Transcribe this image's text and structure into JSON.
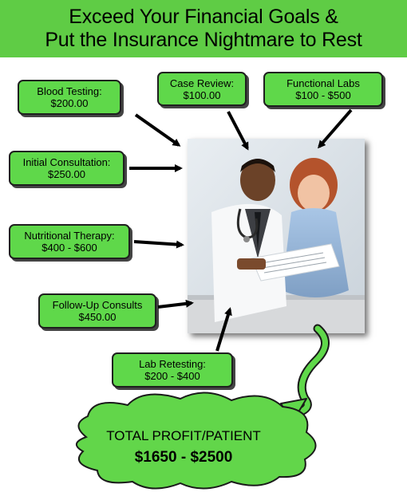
{
  "header": {
    "line1": "Exceed Your Financial Goals &",
    "line2": "Put the Insurance Nightmare to Rest"
  },
  "services": [
    {
      "name": "Blood Testing:",
      "price": "$200.00"
    },
    {
      "name": "Case Review:",
      "price": "$100.00"
    },
    {
      "name": "Functional Labs",
      "price": "$100 - $500"
    },
    {
      "name": "Initial Consultation:",
      "price": "$250.00"
    },
    {
      "name": "Nutritional Therapy:",
      "price": "$400 - $600"
    },
    {
      "name": "Follow-Up Consults",
      "price": "$450.00"
    },
    {
      "name": "Lab Retesting:",
      "price": "$200 - $400"
    }
  ],
  "total": {
    "label": "TOTAL PROFIT/PATIENT",
    "value": "$1650 - $2500"
  },
  "colors": {
    "banner": "#5fcc45",
    "box": "#5fd84a",
    "cloud": "#62d64a"
  }
}
